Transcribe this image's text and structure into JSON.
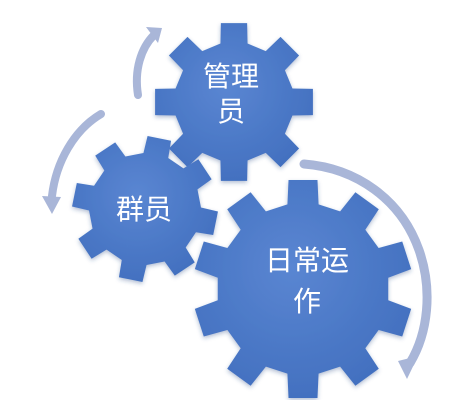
{
  "diagram": {
    "colors": {
      "gear_fill": "#3f6dbd",
      "gear_fill_light": "#5a86d2",
      "arrow_fill": "#a9b6d8",
      "text": "#ffffff"
    },
    "gears": [
      {
        "id": "admin",
        "label_lines": [
          "管理",
          "员"
        ]
      },
      {
        "id": "members",
        "label_lines": [
          "群员"
        ]
      },
      {
        "id": "daily-operations",
        "label_lines": [
          "日常运",
          "作"
        ]
      }
    ],
    "arrows": [
      {
        "name": "arrow-top-left",
        "direction": "up"
      },
      {
        "name": "arrow-left",
        "direction": "down"
      },
      {
        "name": "arrow-right",
        "direction": "down"
      }
    ]
  }
}
